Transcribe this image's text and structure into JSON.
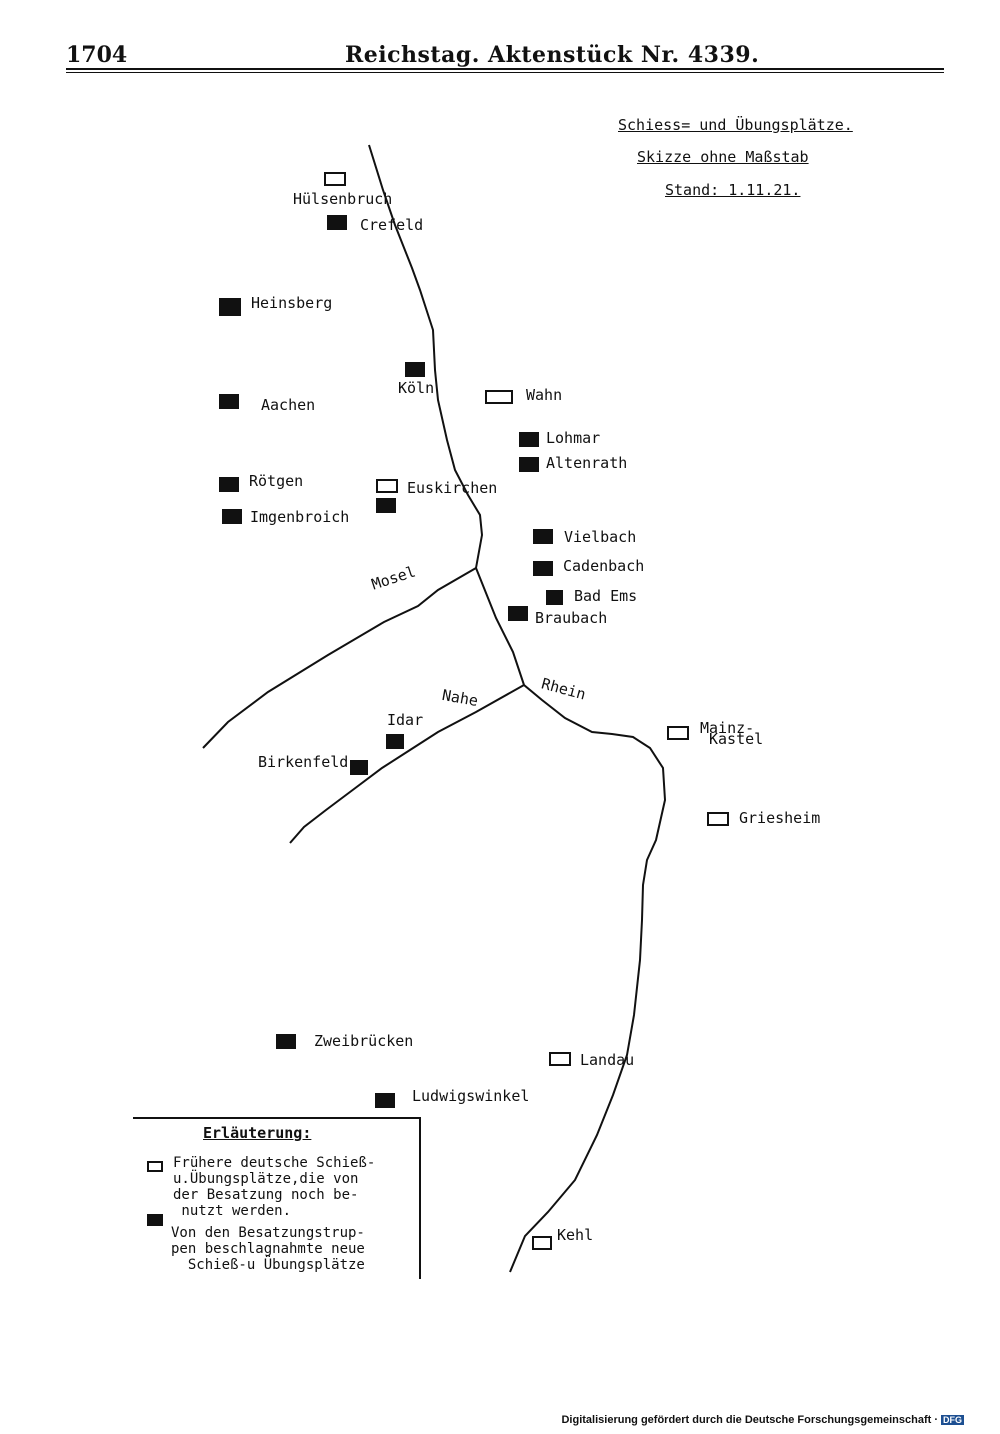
{
  "header": {
    "page_number": "1704",
    "running_title": "Reichstag. Aktenstück Nr. 4339."
  },
  "map": {
    "title": "Schiess= und Übungsplätze.",
    "subtitle": "Skizze ohne Maßstab",
    "date_line": "Stand: 1.11.21.",
    "rivers": [
      "Rhein",
      "Mosel",
      "Nahe"
    ],
    "places": [
      {
        "name": "Hülsenbruch",
        "kind": "old"
      },
      {
        "name": "Crefeld",
        "kind": "new"
      },
      {
        "name": "Heinsberg",
        "kind": "new"
      },
      {
        "name": "Köln",
        "kind": "new"
      },
      {
        "name": "Wahn",
        "kind": "old"
      },
      {
        "name": "Aachen",
        "kind": "new"
      },
      {
        "name": "Lohmar",
        "kind": "new"
      },
      {
        "name": "Altenrath",
        "kind": "new"
      },
      {
        "name": "Rötgen",
        "kind": "new"
      },
      {
        "name": "Euskirchen",
        "kind": "old"
      },
      {
        "name": "Imgenbroich",
        "kind": "new"
      },
      {
        "name": "Vielbach",
        "kind": "new"
      },
      {
        "name": "Cadenbach",
        "kind": "new"
      },
      {
        "name": "Bad Ems",
        "kind": "new"
      },
      {
        "name": "Braubach",
        "kind": "new"
      },
      {
        "name": "Idar",
        "kind": "new"
      },
      {
        "name": "Birkenfeld",
        "kind": "new"
      },
      {
        "name": "Mainz-",
        "kind": "old"
      },
      {
        "name": "Kastel",
        "kind": ""
      },
      {
        "name": "Griesheim",
        "kind": "old"
      },
      {
        "name": "Zweibrücken",
        "kind": "new"
      },
      {
        "name": "Landau",
        "kind": "old"
      },
      {
        "name": "Ludwigswinkel",
        "kind": "new"
      },
      {
        "name": "Kehl",
        "kind": "old"
      }
    ],
    "legend": {
      "title": "Erläuterung:",
      "old_text": "Frühere deutsche Schieß-\nu.Übungsplätze,die von\nder Besatzung noch be-\n nutzt werden.",
      "new_text": "Von den Besatzungstrup-\npen beschlagnahmte neue\n  Schieß-u Übungsplätze"
    }
  },
  "footer": {
    "text": "Digitalisierung gefördert durch die Deutsche Forschungsgemeinschaft ·",
    "logo_text": "DFG"
  }
}
